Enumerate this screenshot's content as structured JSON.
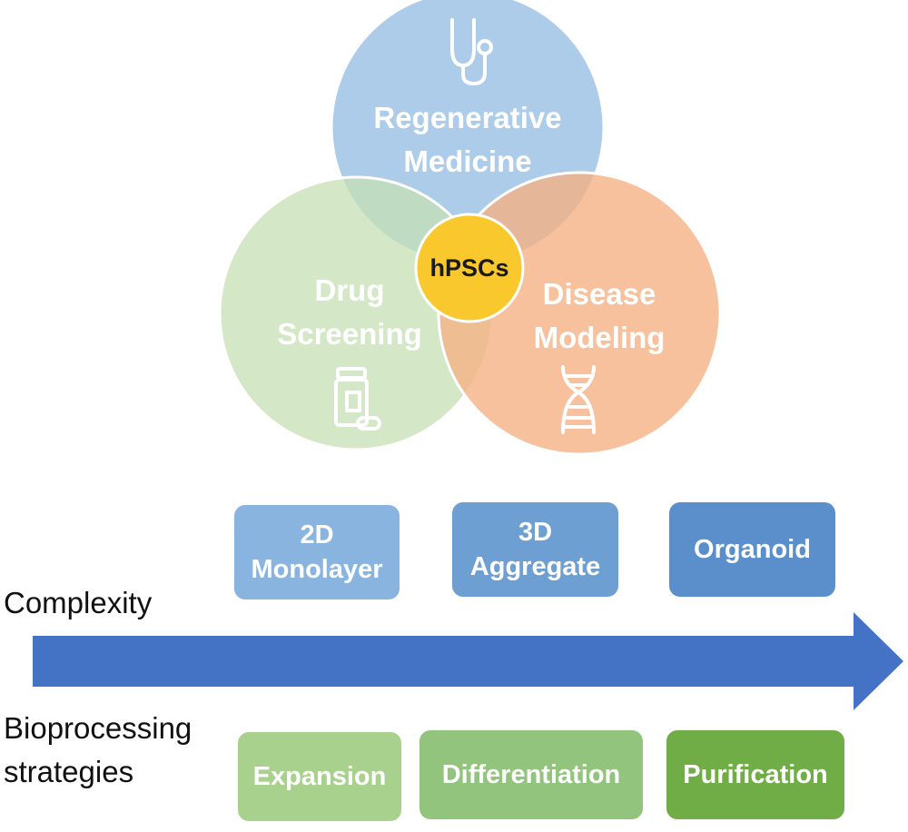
{
  "center": {
    "label": "hPSCs"
  },
  "circles": {
    "regenerative": {
      "line1": "Regenerative",
      "line2": "Medicine",
      "icon": "stethoscope-icon",
      "color": "#9dc3e6"
    },
    "drug": {
      "line1": "Drug",
      "line2": "Screening",
      "icon": "pill-bottle-icon",
      "color": "#c5e0b4"
    },
    "disease": {
      "line1": "Disease",
      "line2": "Modeling",
      "icon": "dna-icon",
      "color": "#f4b183"
    }
  },
  "complexity": {
    "label": "Complexity",
    "boxes": [
      {
        "label": "2D\nMonolayer",
        "color": "#8ab4e0"
      },
      {
        "label": "3D\nAggregate",
        "color": "#6e9fd3"
      },
      {
        "label": "Organoid",
        "color": "#5b8fcc"
      }
    ]
  },
  "bioprocessing": {
    "label_line1": "Bioprocessing",
    "label_line2": "strategies",
    "boxes": [
      {
        "label": "Expansion",
        "color": "#a9d18e"
      },
      {
        "label": "Differentiation",
        "color": "#93c47d"
      },
      {
        "label": "Purification",
        "color": "#70ad47"
      }
    ]
  },
  "arrow_color": "#4472c4"
}
